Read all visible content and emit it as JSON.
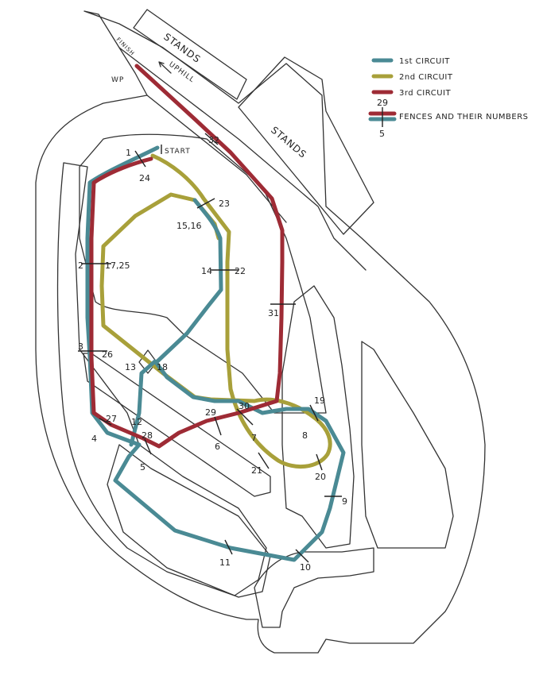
{
  "colors": {
    "first_circuit": "#4a8a94",
    "second_circuit": "#a8a03a",
    "third_circuit": "#9e2b35",
    "ink": "#333333"
  },
  "labels": {
    "stands_top": "STANDS",
    "stands_right": "STANDS",
    "finish": "FINISH",
    "uphill": "UPHILL",
    "wp": "WP",
    "start": "START"
  },
  "legend": {
    "first": "1st CIRCUIT",
    "second": "2nd CIRCUIT",
    "third": "3rd CIRCUIT",
    "fences": "FENCES AND THEIR NUMBERS",
    "sample_top": "29",
    "sample_bottom": "5"
  },
  "fences": [
    {
      "id": "f1",
      "text": "1"
    },
    {
      "id": "f24",
      "text": "24"
    },
    {
      "id": "f32",
      "text": "32"
    },
    {
      "id": "f23",
      "text": "23"
    },
    {
      "id": "f1516",
      "text": "15,16"
    },
    {
      "id": "f2",
      "text": "2"
    },
    {
      "id": "f1725",
      "text": "17,25"
    },
    {
      "id": "f14",
      "text": "14"
    },
    {
      "id": "f22",
      "text": "22"
    },
    {
      "id": "f31",
      "text": "31"
    },
    {
      "id": "f3",
      "text": "3"
    },
    {
      "id": "f26",
      "text": "26"
    },
    {
      "id": "f13",
      "text": "13"
    },
    {
      "id": "f18",
      "text": "18"
    },
    {
      "id": "f19",
      "text": "19"
    },
    {
      "id": "f29",
      "text": "29"
    },
    {
      "id": "f30",
      "text": "30"
    },
    {
      "id": "f8",
      "text": "8"
    },
    {
      "id": "f27",
      "text": "27"
    },
    {
      "id": "f12",
      "text": "12"
    },
    {
      "id": "f4",
      "text": "4"
    },
    {
      "id": "f28",
      "text": "28"
    },
    {
      "id": "f6",
      "text": "6"
    },
    {
      "id": "f7",
      "text": "7"
    },
    {
      "id": "f5",
      "text": "5"
    },
    {
      "id": "f21",
      "text": "21"
    },
    {
      "id": "f20",
      "text": "20"
    },
    {
      "id": "f9",
      "text": "9"
    },
    {
      "id": "f11",
      "text": "11"
    },
    {
      "id": "f10",
      "text": "10"
    }
  ]
}
